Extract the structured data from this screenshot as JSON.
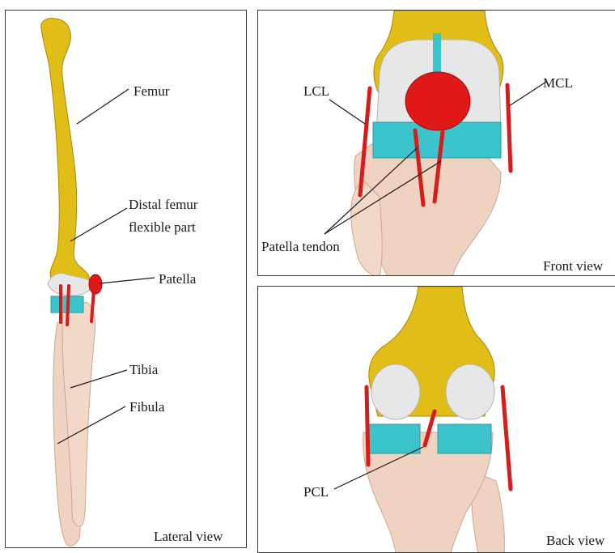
{
  "colors": {
    "bone_yellow": "#e0bd17",
    "bone_pink": "#efd2c0",
    "cartilage_white": "#e7e7e7",
    "meniscus_cyan": "#3cc4cc",
    "ligament_red": "#d81b1b",
    "patella_red": "#e01818"
  },
  "panels": {
    "lateral": {
      "caption": "Lateral view",
      "labels": {
        "femur": "Femur",
        "distal_femur_line1": "Distal femur",
        "distal_femur_line2": "flexible part",
        "patella": "Patella",
        "tibia": "Tibia",
        "fibula": "Fibula"
      }
    },
    "front": {
      "caption": "Front view",
      "labels": {
        "lcl": "LCL",
        "mcl": "MCL",
        "patella_tendon": "Patella tendon"
      }
    },
    "back": {
      "caption": "Back view",
      "labels": {
        "pcl": "PCL"
      }
    }
  }
}
